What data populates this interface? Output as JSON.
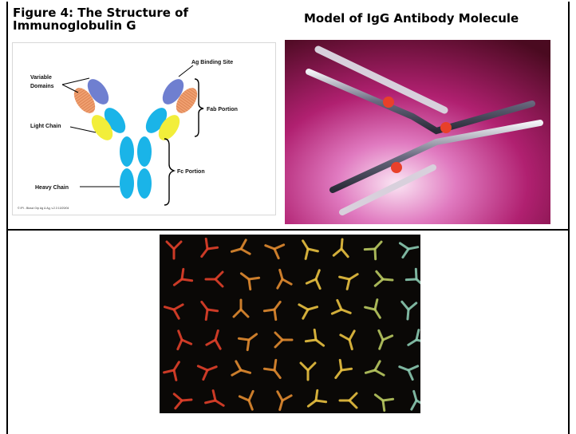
{
  "figure": {
    "title_line1": "Figure 4: The Structure of",
    "title_line2": "Immunoglobulin G"
  },
  "model": {
    "title": "Model of IgG Antibody Molecule"
  },
  "diagram": {
    "labels": {
      "ag_binding_site": "Ag Binding Site",
      "variable_domains_line1": "Variable",
      "variable_domains_line2": "Domains",
      "fab_portion": "Fab Portion",
      "light_chain": "Light Chain",
      "fc_portion": "Fc Portion",
      "heavy_chain": "Heavy Chain",
      "credit": "© IPI - Biosci Grp Ag & Ag, v.2.3 10/20/04"
    },
    "colors": {
      "heavy_chain": "#1ab4e8",
      "light_chain_constant": "#f2ee3a",
      "variable_heavy": "#6f7fd0",
      "variable_light": "#f0a070",
      "bracket": "#000000"
    }
  },
  "photos": {
    "model_photo_icon": "igg-model-photo",
    "array_photo_icon": "antibody-array-photo",
    "array_colors": [
      "#e0402a",
      "#e08a30",
      "#e8c040",
      "#b8c860",
      "#8ac8b0"
    ]
  }
}
